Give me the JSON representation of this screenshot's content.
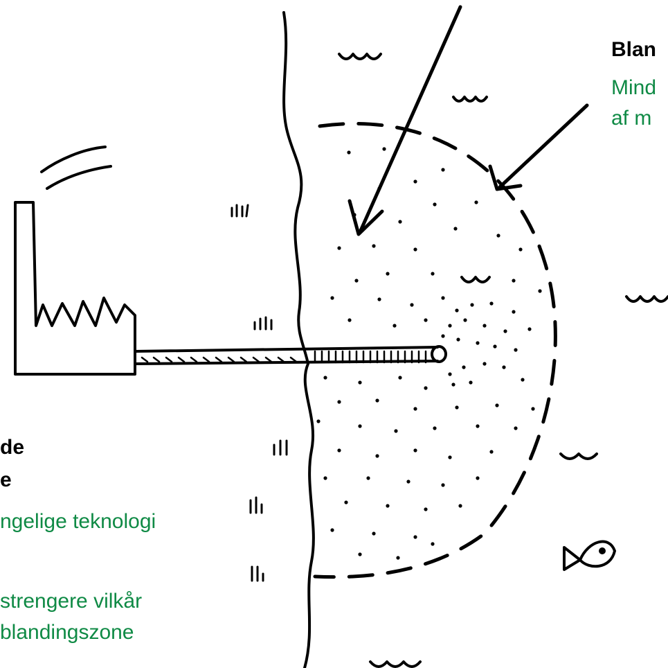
{
  "colors": {
    "ink": "#000000",
    "accent_text": "#0f8a45",
    "background": "#ffffff"
  },
  "labels": {
    "right_title": "Blan",
    "right_line1": "Mind",
    "right_line2": "af m",
    "left_title1": "de",
    "left_title2": "e",
    "left_line1": "ngelige teknologi",
    "left_line2": "strengere vilkår",
    "left_line3": "blandingszone"
  },
  "icons": [
    "factory-icon",
    "chimney-smoke-icon",
    "outlet-pipe-icon",
    "coastline-icon",
    "mixing-zone-boundary-icon",
    "discharge-dots-icon",
    "wave-icon",
    "grass-icon",
    "fish-icon",
    "arrow-icon"
  ]
}
